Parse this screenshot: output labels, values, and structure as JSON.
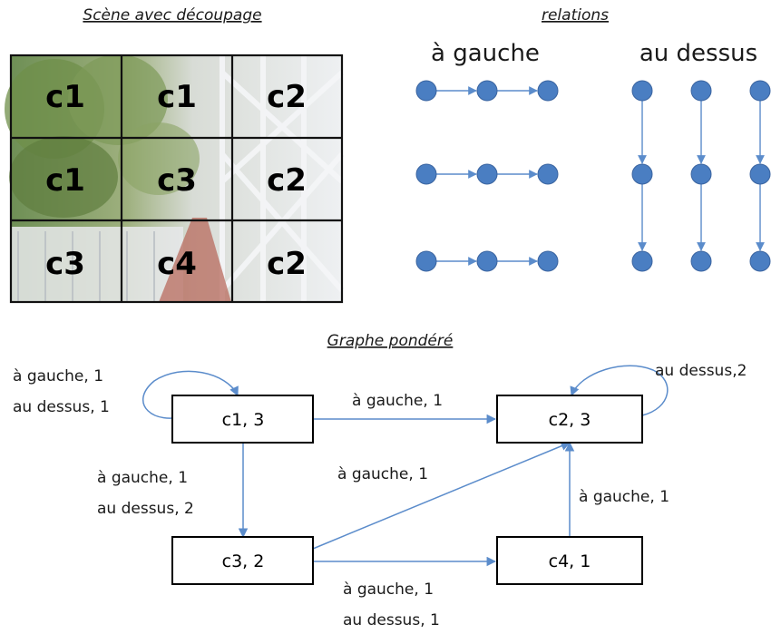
{
  "titles": {
    "scene": "Scène avec découpage",
    "relations": "relations",
    "graph": "Graphe pondéré"
  },
  "relations": {
    "left_label": "à gauche",
    "above_label": "au dessus"
  },
  "grid": {
    "rows": [
      [
        "c1",
        "c1",
        "c2"
      ],
      [
        "c1",
        "c3",
        "c2"
      ],
      [
        "c3",
        "c4",
        "c2"
      ]
    ]
  },
  "graph": {
    "nodes": {
      "c1": "c1, 3",
      "c2": "c2, 3",
      "c3": "c3, 2",
      "c4": "c4, 1"
    },
    "edges": {
      "c1_loop_1": "à gauche, 1",
      "c1_loop_2": "au dessus, 1",
      "c2_loop": "au dessus,2",
      "c1_c2": "à gauche, 1",
      "c3_c2": "à gauche, 1",
      "c1_c3_1": "à gauche, 1",
      "c1_c3_2": "au dessus, 2",
      "c4_c2": "à gauche, 1",
      "c3_c4_1": "à gauche, 1",
      "c3_c4_2": "au dessus, 1"
    }
  },
  "colors": {
    "dot_fill": "#4a7ec2",
    "dot_stroke": "#3a64a0",
    "arrow": "#5b8ccb"
  }
}
